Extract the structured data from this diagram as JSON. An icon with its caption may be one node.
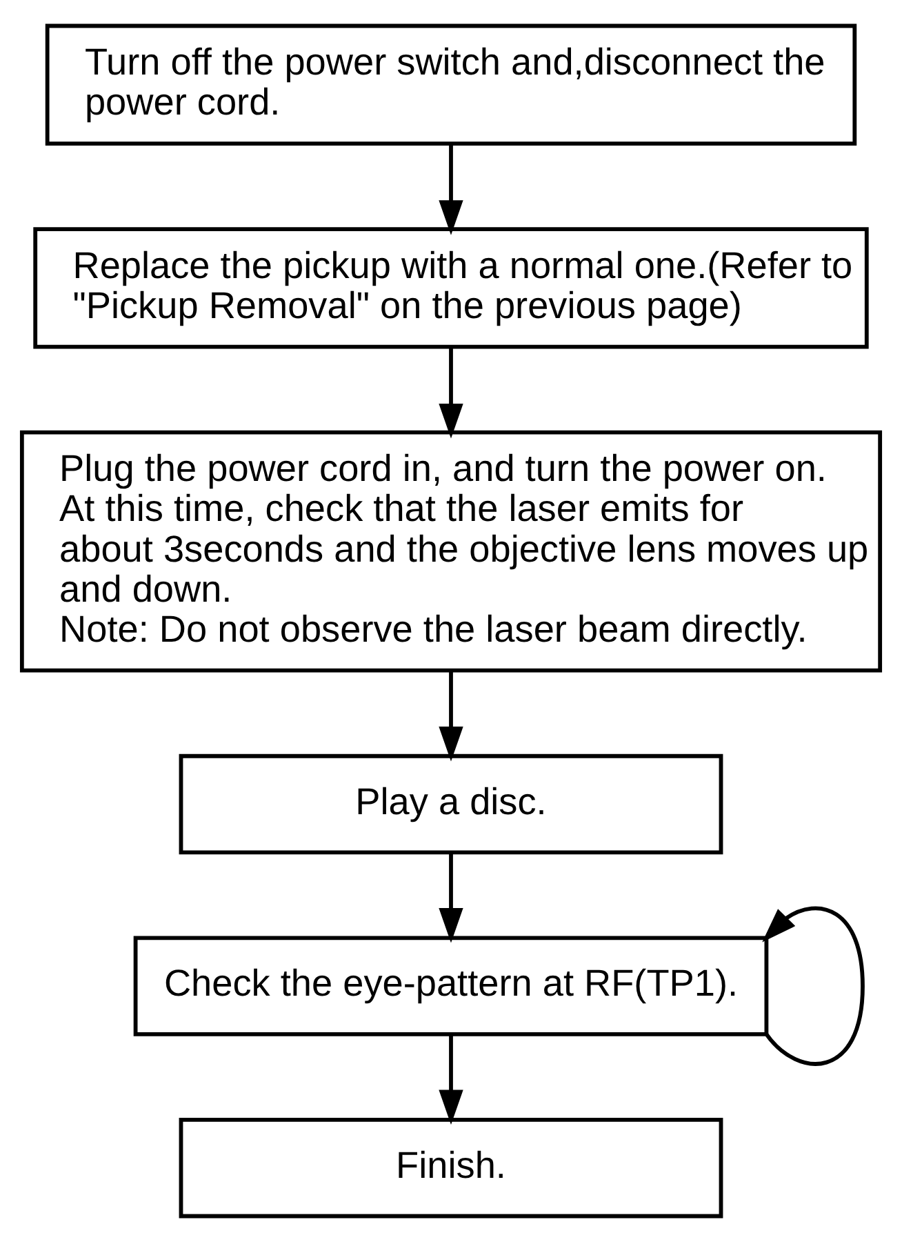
{
  "diagram": {
    "nodes": [
      {
        "text": [
          "Turn off the power switch and,disconnect the power cord."
        ]
      },
      {
        "text": [
          "Replace the pickup with a normal one.(Refer to \"Pickup Removal\" on the previous page)"
        ]
      },
      {
        "text": [
          "Plug the power cord in, and turn the power on.",
          "At this time, check that the laser emits for about 3seconds and the objective lens moves up and down.",
          "Note: Do not observe the laser beam directly."
        ]
      },
      {
        "text": [
          "Play a disc."
        ]
      },
      {
        "text": [
          "Check the eye-pattern at RF(TP1)."
        ]
      },
      {
        "text": [
          "Finish."
        ]
      }
    ],
    "edges": [
      {
        "from": 0,
        "to": 1,
        "arrow": "to"
      },
      {
        "from": 1,
        "to": 2,
        "arrow": "to"
      },
      {
        "from": 2,
        "to": 3,
        "arrow": "to"
      },
      {
        "from": 3,
        "to": 4,
        "arrow": "to"
      },
      {
        "from": 4,
        "to": 4,
        "arrow": "to"
      },
      {
        "from": 4,
        "to": 5,
        "arrow": "to"
      }
    ]
  }
}
